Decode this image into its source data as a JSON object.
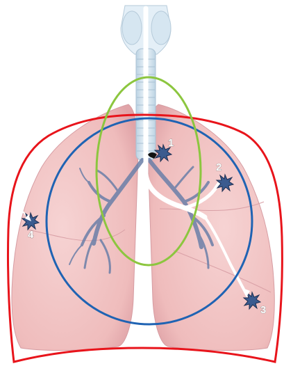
{
  "labels": {
    "site1": "1",
    "site2": "2",
    "site3": "3",
    "site4": "4"
  },
  "colors": {
    "outer_boundary": "#e8141b",
    "middle_circle": "#1f63b3",
    "inner_ellipse": "#8cc63f",
    "path": "#ffffff",
    "lesion": "#3b5b8f",
    "lung_tissue": "#f2c4c4",
    "trachea": "#d9e8f2",
    "bronchi": "#6b7fa8"
  }
}
